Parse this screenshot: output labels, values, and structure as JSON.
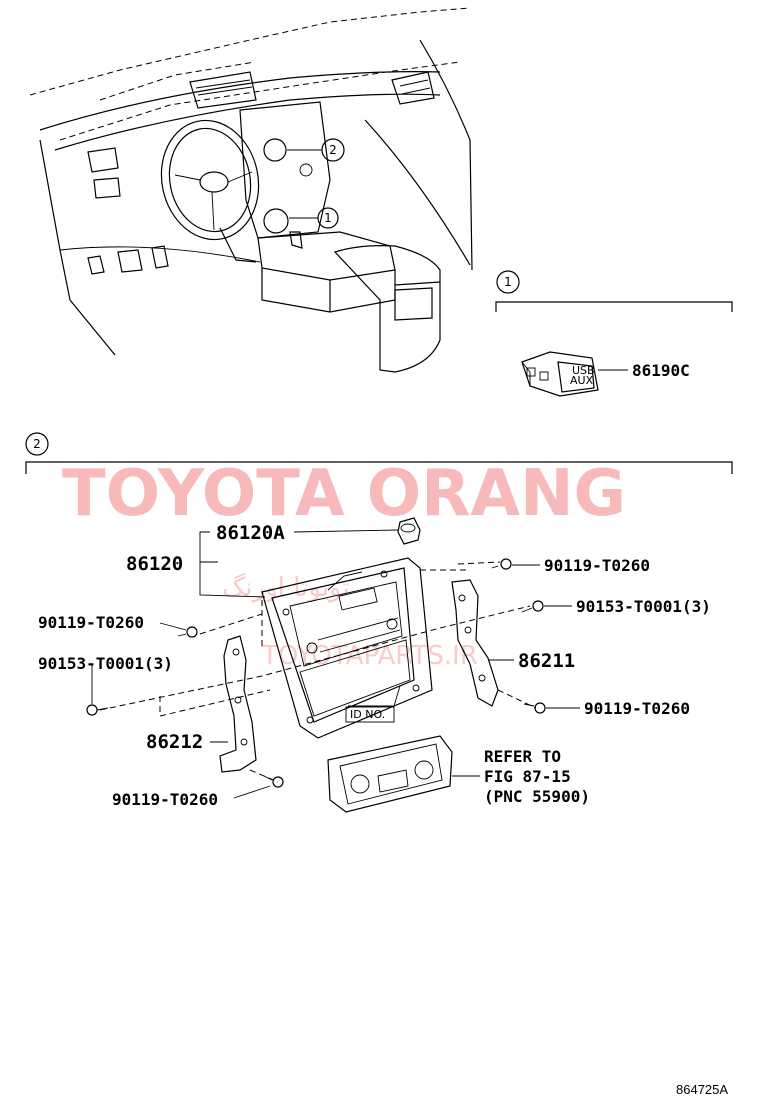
{
  "watermark": {
    "text": "TOYOTA ORANG",
    "sub_text": "تویوتا اورنگ",
    "site_text": "TOYOTAPARTS.IR",
    "color": "#f28b8b"
  },
  "callouts": {
    "one": "1",
    "two": "2"
  },
  "section1": {
    "header_num": "1",
    "usb_text": "USB",
    "aux_text": "AUX",
    "part_label": "86190C"
  },
  "section2": {
    "header_num": "2",
    "labels": {
      "p86120a": "86120A",
      "p86120": "86120",
      "bolt_top_right": "90119-T0260",
      "screw_right": "90153-T0001(3)",
      "bolt_left": "90119-T0260",
      "screw_left": "90153-T0001(3)",
      "p86211": "86211",
      "bolt_right_lower": "90119-T0260",
      "p86212": "86212",
      "bolt_bottom": "90119-T0260",
      "id_no": "ID NO.",
      "refer_line1": "REFER TO",
      "refer_line2": "FIG 87-15",
      "refer_line3": "(PNC 55900)"
    }
  },
  "figure_id": "864725A"
}
